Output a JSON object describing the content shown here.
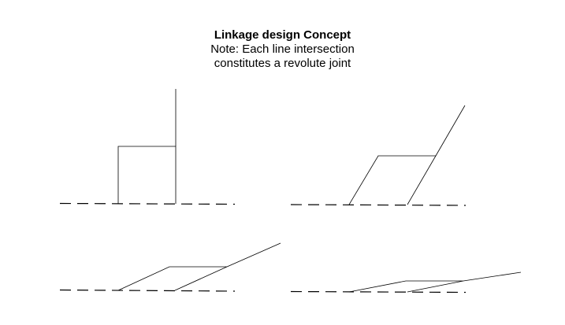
{
  "diagram": {
    "title": "Linkage design Concept",
    "note_line_1": "Note: Each line intersection",
    "note_line_2": "constitutes a revolute joint",
    "line_color": "#000000",
    "panels": [
      {
        "id": "panel-1",
        "description": "vertical configuration"
      },
      {
        "id": "panel-2",
        "description": "steep inclined configuration"
      },
      {
        "id": "panel-3",
        "description": "shallow inclined configuration"
      },
      {
        "id": "panel-4",
        "description": "nearly flat configuration"
      }
    ]
  }
}
